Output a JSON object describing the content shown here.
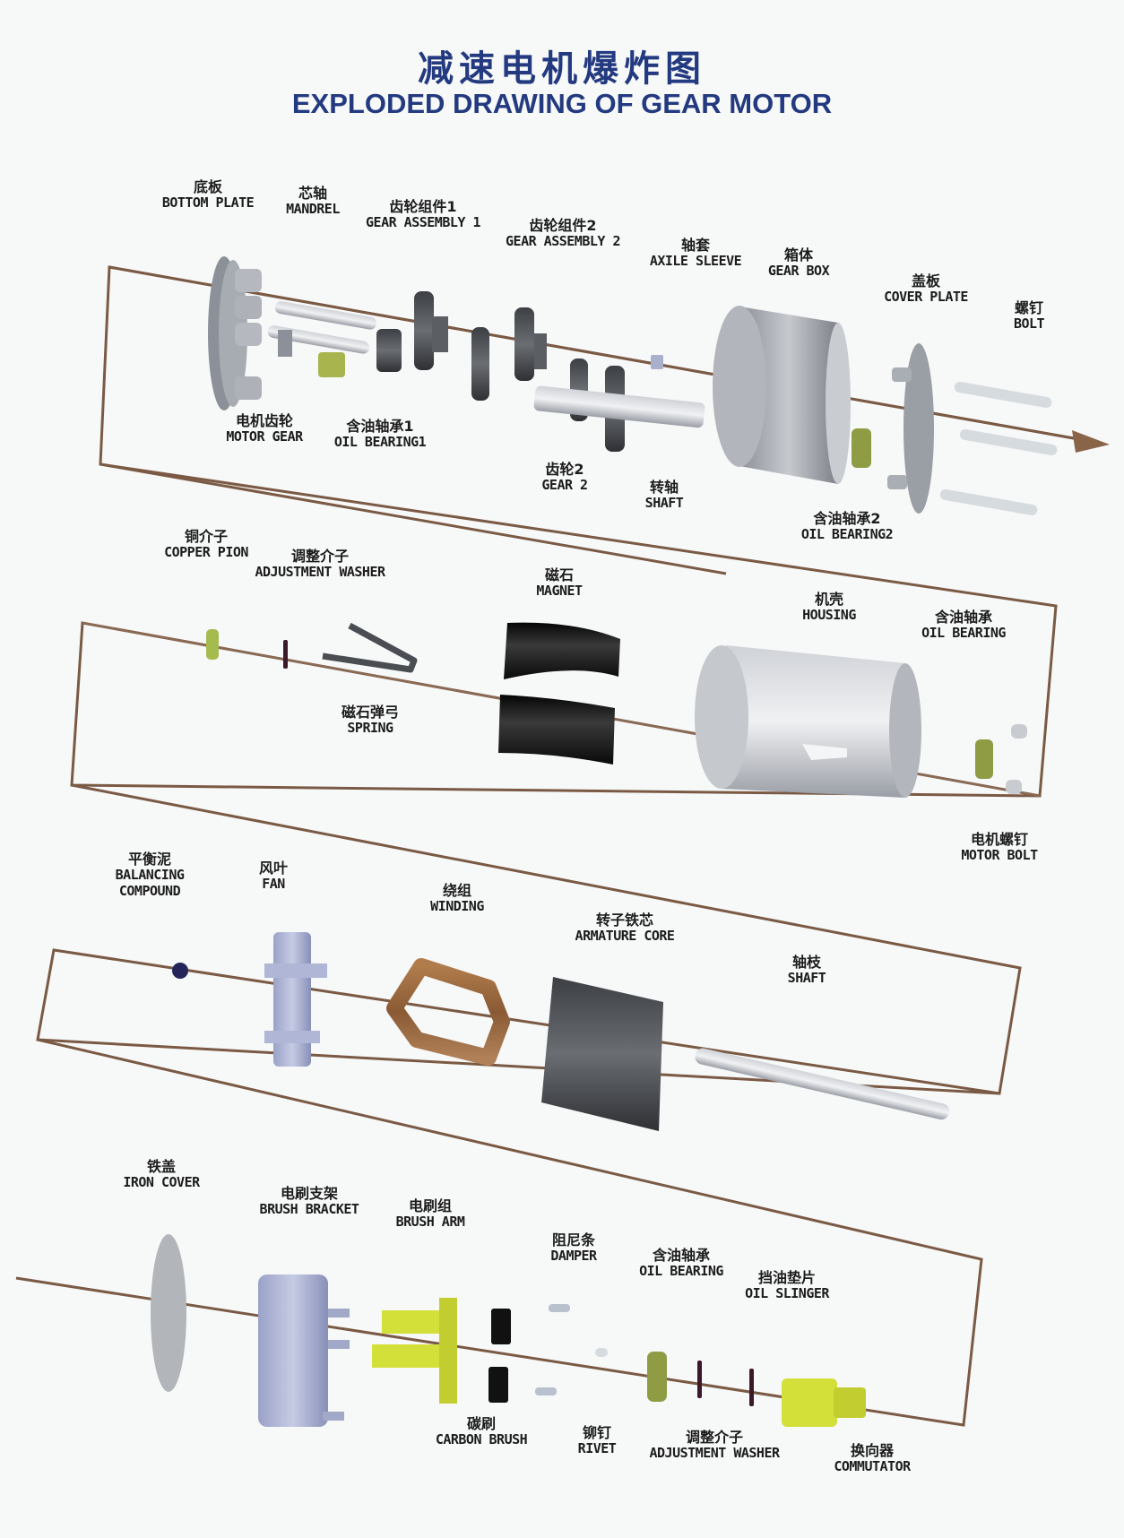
{
  "title": {
    "cn": "减速电机爆炸图",
    "en": "EXPLODED DRAWING OF GEAR MOTOR"
  },
  "colors": {
    "title": "#233a80",
    "axis_line": "#7a5a44",
    "part_gray": "#a9adb5",
    "bearing_green": "#9aa84a",
    "brush_yellow": "#d4e03a",
    "magnet_black": "#1a1a1a",
    "winding_copper": "#9a6a40",
    "balancing_blue": "#23245a"
  },
  "sections": [
    {
      "name": "gear-box-assembly",
      "labels": [
        {
          "id": "bottom-plate",
          "cn": "底板",
          "en": "BOTTOM PLATE"
        },
        {
          "id": "mandrel",
          "cn": "芯轴",
          "en": "MANDREL"
        },
        {
          "id": "gear-assembly-1",
          "cn": "齿轮组件1",
          "en": "GEAR ASSEMBLY 1"
        },
        {
          "id": "gear-assembly-2",
          "cn": "齿轮组件2",
          "en": "GEAR ASSEMBLY 2"
        },
        {
          "id": "axile-sleeve",
          "cn": "轴套",
          "en": "AXILE SLEEVE"
        },
        {
          "id": "gear-box",
          "cn": "箱体",
          "en": "GEAR BOX"
        },
        {
          "id": "cover-plate",
          "cn": "盖板",
          "en": "COVER PLATE"
        },
        {
          "id": "bolt",
          "cn": "螺钉",
          "en": "BOLT"
        },
        {
          "id": "motor-gear",
          "cn": "电机齿轮",
          "en": "MOTOR GEAR"
        },
        {
          "id": "oil-bearing-1",
          "cn": "含油轴承1",
          "en": "OIL BEARING1"
        },
        {
          "id": "gear-2",
          "cn": "齿轮2",
          "en": "GEAR 2"
        },
        {
          "id": "shaft-1",
          "cn": "转轴",
          "en": "SHAFT"
        },
        {
          "id": "oil-bearing-2",
          "cn": "含油轴承2",
          "en": "OIL BEARING2"
        }
      ]
    },
    {
      "name": "housing-assembly",
      "labels": [
        {
          "id": "copper-pion",
          "cn": "铜介子",
          "en": "COPPER PION"
        },
        {
          "id": "adjustment-washer-1",
          "cn": "调整介子",
          "en": "ADJUSTMENT WASHER"
        },
        {
          "id": "magnet",
          "cn": "磁石",
          "en": "MAGNET"
        },
        {
          "id": "housing",
          "cn": "机壳",
          "en": "HOUSING"
        },
        {
          "id": "oil-bearing-3",
          "cn": "含油轴承",
          "en": "OIL BEARING"
        },
        {
          "id": "spring",
          "cn": "磁石弹弓",
          "en": "SPRING"
        },
        {
          "id": "motor-bolt",
          "cn": "电机螺钉",
          "en": "MOTOR BOLT"
        }
      ]
    },
    {
      "name": "rotor-assembly",
      "labels": [
        {
          "id": "balancing-compound",
          "cn": "平衡泥",
          "en": "BALANCING COMPOUND"
        },
        {
          "id": "fan",
          "cn": "风叶",
          "en": "FAN"
        },
        {
          "id": "winding",
          "cn": "绕组",
          "en": "WINDING"
        },
        {
          "id": "armature-core",
          "cn": "转子铁芯",
          "en": "ARMATURE CORE"
        },
        {
          "id": "shaft-2",
          "cn": "轴枝",
          "en": "SHAFT"
        }
      ]
    },
    {
      "name": "brush-assembly",
      "labels": [
        {
          "id": "iron-cover",
          "cn": "铁盖",
          "en": "IRON COVER"
        },
        {
          "id": "brush-bracket",
          "cn": "电刷支架",
          "en": "BRUSH BRACKET"
        },
        {
          "id": "brush-arm",
          "cn": "电刷组",
          "en": "BRUSH ARM"
        },
        {
          "id": "damper",
          "cn": "阻尼条",
          "en": "DAMPER"
        },
        {
          "id": "oil-bearing-4",
          "cn": "含油轴承",
          "en": "OIL BEARING"
        },
        {
          "id": "oil-slinger",
          "cn": "挡油垫片",
          "en": "OIL SLINGER"
        },
        {
          "id": "carbon-brush",
          "cn": "碳刷",
          "en": "CARBON BRUSH"
        },
        {
          "id": "rivet",
          "cn": "铆钉",
          "en": "RIVET"
        },
        {
          "id": "adjustment-washer-2",
          "cn": "调整介子",
          "en": "ADJUSTMENT WASHER"
        },
        {
          "id": "commutator",
          "cn": "换向器",
          "en": "COMMUTATOR"
        }
      ]
    }
  ]
}
